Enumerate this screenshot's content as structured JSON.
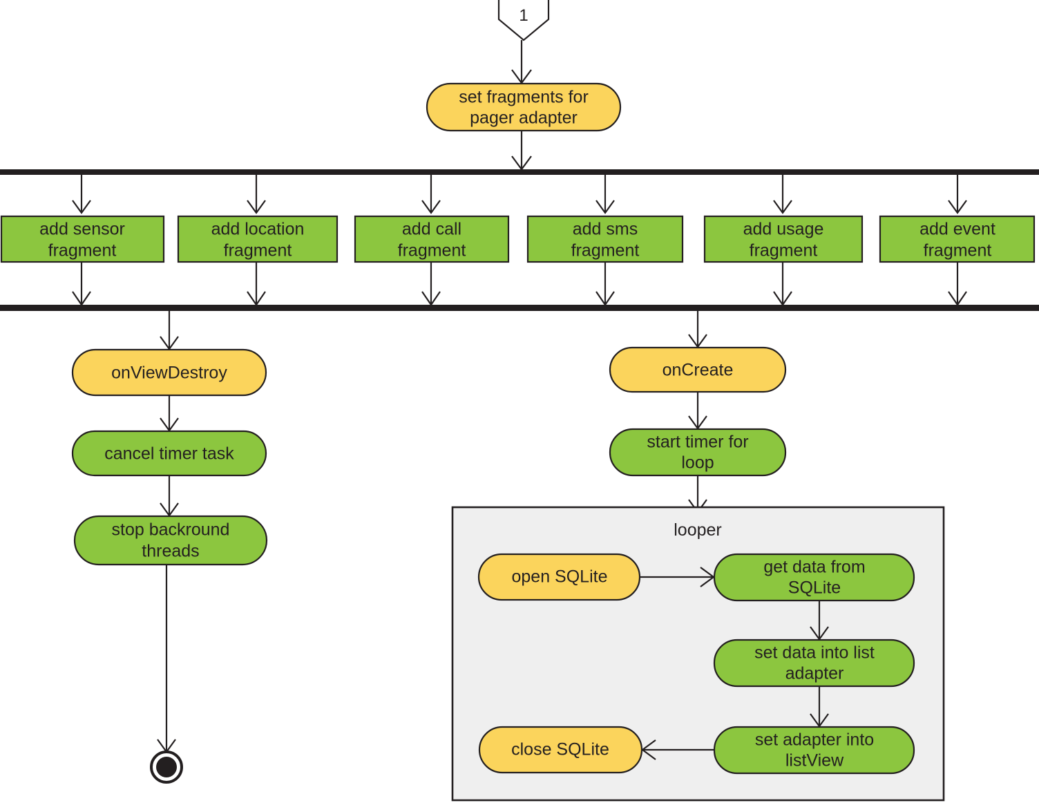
{
  "diagram": {
    "type": "uml-activity-diagram",
    "title": "",
    "colors": {
      "green_node": "#8CC63F",
      "yellow_node": "#FBD45C",
      "group_fill": "#efefef",
      "stroke": "#231f20",
      "background": "#ffffff"
    },
    "connector": {
      "label": "1",
      "shape": "pentagon-flag"
    },
    "start_action": {
      "label_line1": "set fragments for",
      "label_line2": "pager adapter",
      "color": "yellow"
    },
    "fork_bar_top": {
      "label": "fork"
    },
    "fragments": [
      {
        "label_line1": "add sensor",
        "label_line2": "fragment",
        "color": "green"
      },
      {
        "label_line1": "add location",
        "label_line2": "fragment",
        "color": "green"
      },
      {
        "label_line1": "add call",
        "label_line2": "fragment",
        "color": "green"
      },
      {
        "label_line1": "add sms",
        "label_line2": "fragment",
        "color": "green"
      },
      {
        "label_line1": "add usage",
        "label_line2": "fragment",
        "color": "green"
      },
      {
        "label_line1": "add event",
        "label_line2": "fragment",
        "color": "green"
      }
    ],
    "join_bar": {
      "label": "join"
    },
    "left_branch": {
      "nodes": [
        {
          "label": "onViewDestroy",
          "color": "yellow"
        },
        {
          "label": "cancel timer task",
          "color": "green"
        },
        {
          "label_line1": "stop backround",
          "label_line2": "threads",
          "color": "green"
        }
      ],
      "end_node": "final-node"
    },
    "right_branch": {
      "nodes": [
        {
          "label": "onCreate",
          "color": "yellow"
        },
        {
          "label_line1": "start timer for",
          "label_line2": "loop",
          "color": "green"
        }
      ]
    },
    "looper": {
      "title": "looper",
      "nodes": [
        {
          "label": "open SQLite",
          "color": "yellow"
        },
        {
          "label_line1": "get data from",
          "label_line2": "SQLite",
          "color": "green"
        },
        {
          "label_line1": "set data into list",
          "label_line2": "adapter",
          "color": "green"
        },
        {
          "label_line1": "set adapter into",
          "label_line2": "listView",
          "color": "green"
        },
        {
          "label": "close SQLite",
          "color": "yellow"
        }
      ]
    }
  }
}
